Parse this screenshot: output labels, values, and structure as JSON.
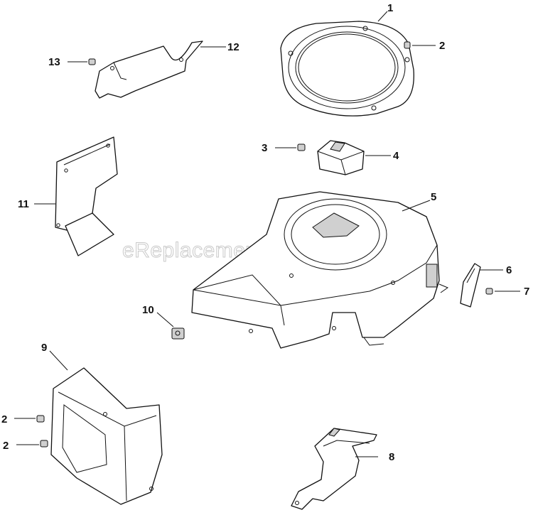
{
  "watermark": "eReplacementParts.com",
  "callouts": {
    "c1": "1",
    "c2a": "2",
    "c2b": "2",
    "c2c": "2",
    "c3": "3",
    "c4": "4",
    "c5": "5",
    "c6": "6",
    "c7": "7",
    "c8": "8",
    "c9": "9",
    "c10": "10",
    "c11": "11",
    "c12": "12",
    "c13": "13"
  }
}
